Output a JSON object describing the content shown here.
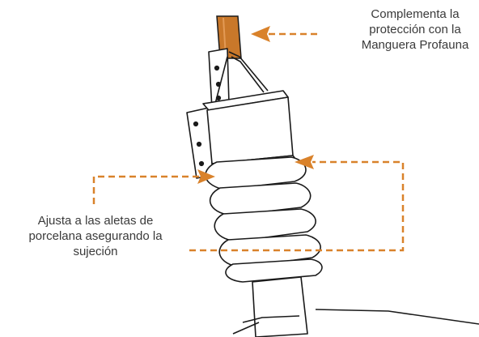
{
  "callouts": {
    "top": {
      "lines": [
        "Complementa la",
        "protección con la",
        "Manguera Profauna"
      ]
    },
    "left": {
      "lines": [
        "Ajusta a las aletas de",
        "porcelana asegurando la",
        "sujeción"
      ]
    }
  },
  "colors": {
    "accent": "#d9822b",
    "line_art": "#1a1a1a",
    "text": "#3a3a3a",
    "background": "#ffffff"
  }
}
